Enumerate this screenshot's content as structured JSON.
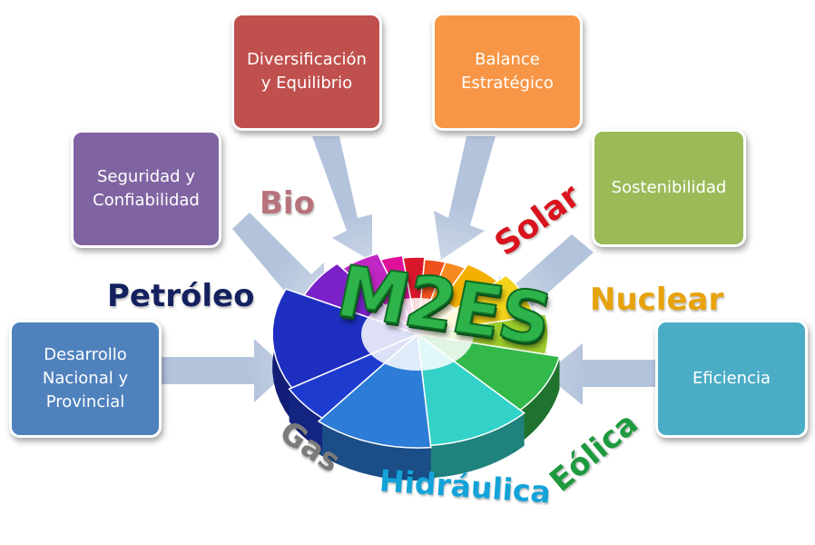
{
  "center": {
    "title": "M2ES"
  },
  "boxes": [
    {
      "id": "desarrollo",
      "text": "Desarrollo\nNacional y\nProvincial",
      "color": "#4f81bd"
    },
    {
      "id": "seguridad",
      "text": "Seguridad y\nConfiabilidad",
      "color": "#8064a2"
    },
    {
      "id": "diversificacion",
      "text": "Diversificación\ny Equilibrio",
      "color": "#c0504d"
    },
    {
      "id": "balance",
      "text": "Balance\nEstratégico",
      "color": "#f79646"
    },
    {
      "id": "sostenibilidad",
      "text": "Sostenibilidad",
      "color": "#9bbb59"
    },
    {
      "id": "eficiencia",
      "text": "Eficiencia",
      "color": "#4bacc6"
    }
  ],
  "energy_labels": [
    {
      "id": "bio",
      "text": "Bio",
      "color": "#b7737b"
    },
    {
      "id": "petroleo",
      "text": "Petróleo",
      "color": "#14215e"
    },
    {
      "id": "solar",
      "text": "Solar",
      "color": "#d9141e"
    },
    {
      "id": "nuclear",
      "text": "Nuclear",
      "color": "#e7a30c"
    },
    {
      "id": "gas",
      "text": "Gas",
      "color": "#7b7b7b"
    },
    {
      "id": "hidraulica",
      "text": "Hidráulica",
      "color": "#14a3d8"
    },
    {
      "id": "eolica",
      "text": "Eólica",
      "color": "#1d9a3e"
    }
  ],
  "colors": {
    "arrow": "#b3c3dc"
  }
}
